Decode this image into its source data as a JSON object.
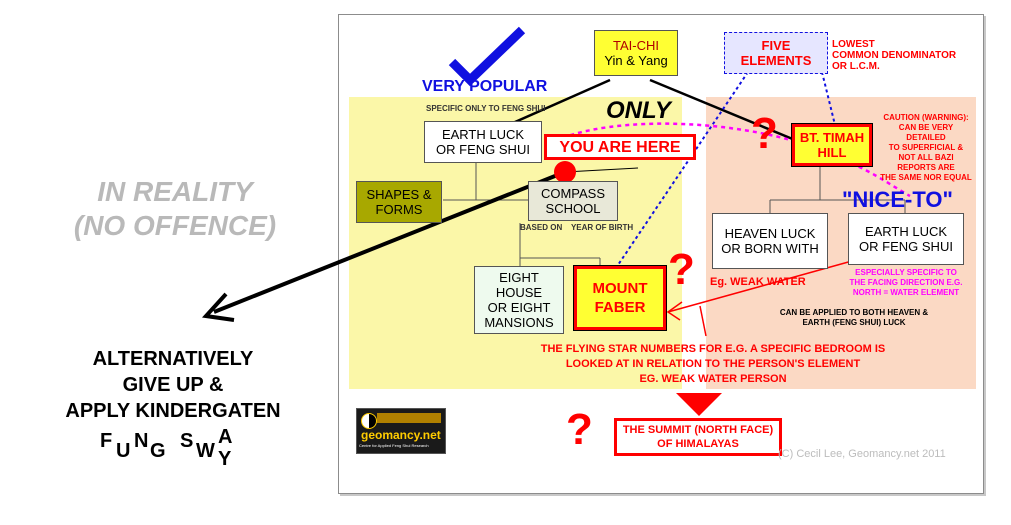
{
  "reality": {
    "line1": "IN REALITY",
    "line2": "(NO OFFENCE)"
  },
  "alternative": {
    "line1": "ALTERNATIVELY",
    "line2": "GIVE UP &",
    "line3": "APPLY KINDERGATEN",
    "fung": [
      "F",
      "U",
      "N",
      "G"
    ],
    "sway": [
      "S",
      "W",
      "A",
      "Y"
    ]
  },
  "very_popular": "VERY POPULAR",
  "taichi": {
    "line1": "TAI-CHI",
    "line2": "Yin & Yang"
  },
  "five_elements": {
    "line1": "FIVE",
    "line2": "ELEMENTS"
  },
  "lcd": {
    "line1": "LOWEST",
    "line2": "COMMON DENOMINATOR",
    "line3": "OR L.C.M."
  },
  "specific_only": "SPECIFIC ONLY TO FENG SHUI",
  "only": "ONLY",
  "you_are_here": "YOU ARE HERE",
  "earth_luck_left": {
    "line1": "EARTH LUCK",
    "line2": "OR FENG SHUI"
  },
  "shapes": {
    "line1": "SHAPES &",
    "line2": "FORMS"
  },
  "compass": {
    "line1": "COMPASS",
    "line2": "SCHOOL"
  },
  "based_on": "BASED ON    YEAR OF BIRTH",
  "eight": {
    "line1": "EIGHT",
    "line2": "HOUSE",
    "line3": "OR EIGHT",
    "line4": "MANSIONS"
  },
  "mount_faber": {
    "line1": "MOUNT",
    "line2": "FABER"
  },
  "question_mark": "?",
  "bt_timah": {
    "line1": "BT. TIMAH",
    "line2": "HILL"
  },
  "caution": [
    "CAUTION (WARNING):",
    "CAN BE VERY",
    "DETAILED",
    "TO SUPERFICIAL &",
    "NOT ALL BAZI",
    "REPORTS ARE",
    "THE SAME NOR EQUAL"
  ],
  "nice_to": "\"NICE-TO\"",
  "heaven_luck": {
    "line1": "HEAVEN LUCK",
    "line2": "OR BORN WITH"
  },
  "earth_luck_right": {
    "line1": "EARTH LUCK",
    "line2": "OR FENG SHUI"
  },
  "weak_water": "Eg. WEAK WATER",
  "especially": [
    "ESPECIALLY SPECIFIC TO",
    "THE FACING DIRECTION E.G.",
    "NORTH = WATER ELEMENT"
  ],
  "applied": [
    "CAN BE APPLIED TO BOTH HEAVEN &",
    "EARTH (FENG SHUI) LUCK"
  ],
  "flying_star": [
    "THE FLYING STAR NUMBERS FOR E.G. A SPECIFIC BEDROOM IS",
    "LOOKED AT IN RELATION TO THE PERSON'S ELEMENT",
    "EG.  WEAK WATER PERSON"
  ],
  "summit": {
    "line1": "THE SUMMIT (NORTH FACE)",
    "line2": "OF HIMALAYAS"
  },
  "logo": {
    "text": "geomancy.net",
    "tagline": "Centre for Applied Feng Shui Research"
  },
  "copyright": "(C) Cecil Lee, Geomancy.net 2011",
  "colors": {
    "red": "#ff0000",
    "blue": "#1010e0",
    "magenta": "#ff00ff",
    "yellow_zone": "#fbf7a8",
    "peach_zone": "#fbd9c4"
  }
}
